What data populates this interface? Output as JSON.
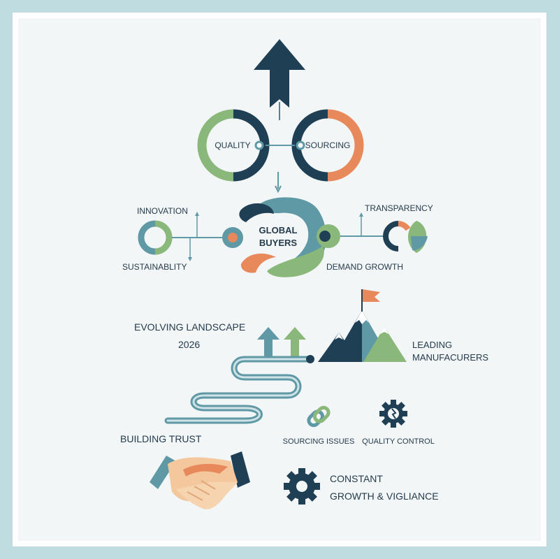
{
  "colors": {
    "navy": "#1f3f55",
    "green": "#8ab87a",
    "orange": "#e8895c",
    "teal": "#5f99a6",
    "frame": "#bfdde0"
  },
  "top": {
    "arrow_icon": "arrow-up-icon",
    "quality": "QUALITY",
    "sourcing": "SOURCING"
  },
  "middle": {
    "innovation": "INNOVATION",
    "sustainability": "SUSTAINABLITY",
    "global_1": "GLOBAL",
    "global_2": "BUYERS",
    "transparency": "TRANSPARENCY",
    "demand": "DEMAND GROWTH"
  },
  "lower": {
    "evolving": "EVOLVING LANDSCAPE",
    "year": "2026",
    "leading_1": "LEADING",
    "leading_2": "MANUFACURERS",
    "building": "BUILDING TRUST",
    "sourcing_issues": "SOURCING ISSUES",
    "quality_control": "QUALITY CONTROL",
    "constant_1": "CONSTANT",
    "constant_2": "GROWTH & VIGLIANCE",
    "icons": [
      "mountain-flag-icon",
      "chain-link-icon",
      "gear-icon",
      "handshake-icon"
    ]
  }
}
